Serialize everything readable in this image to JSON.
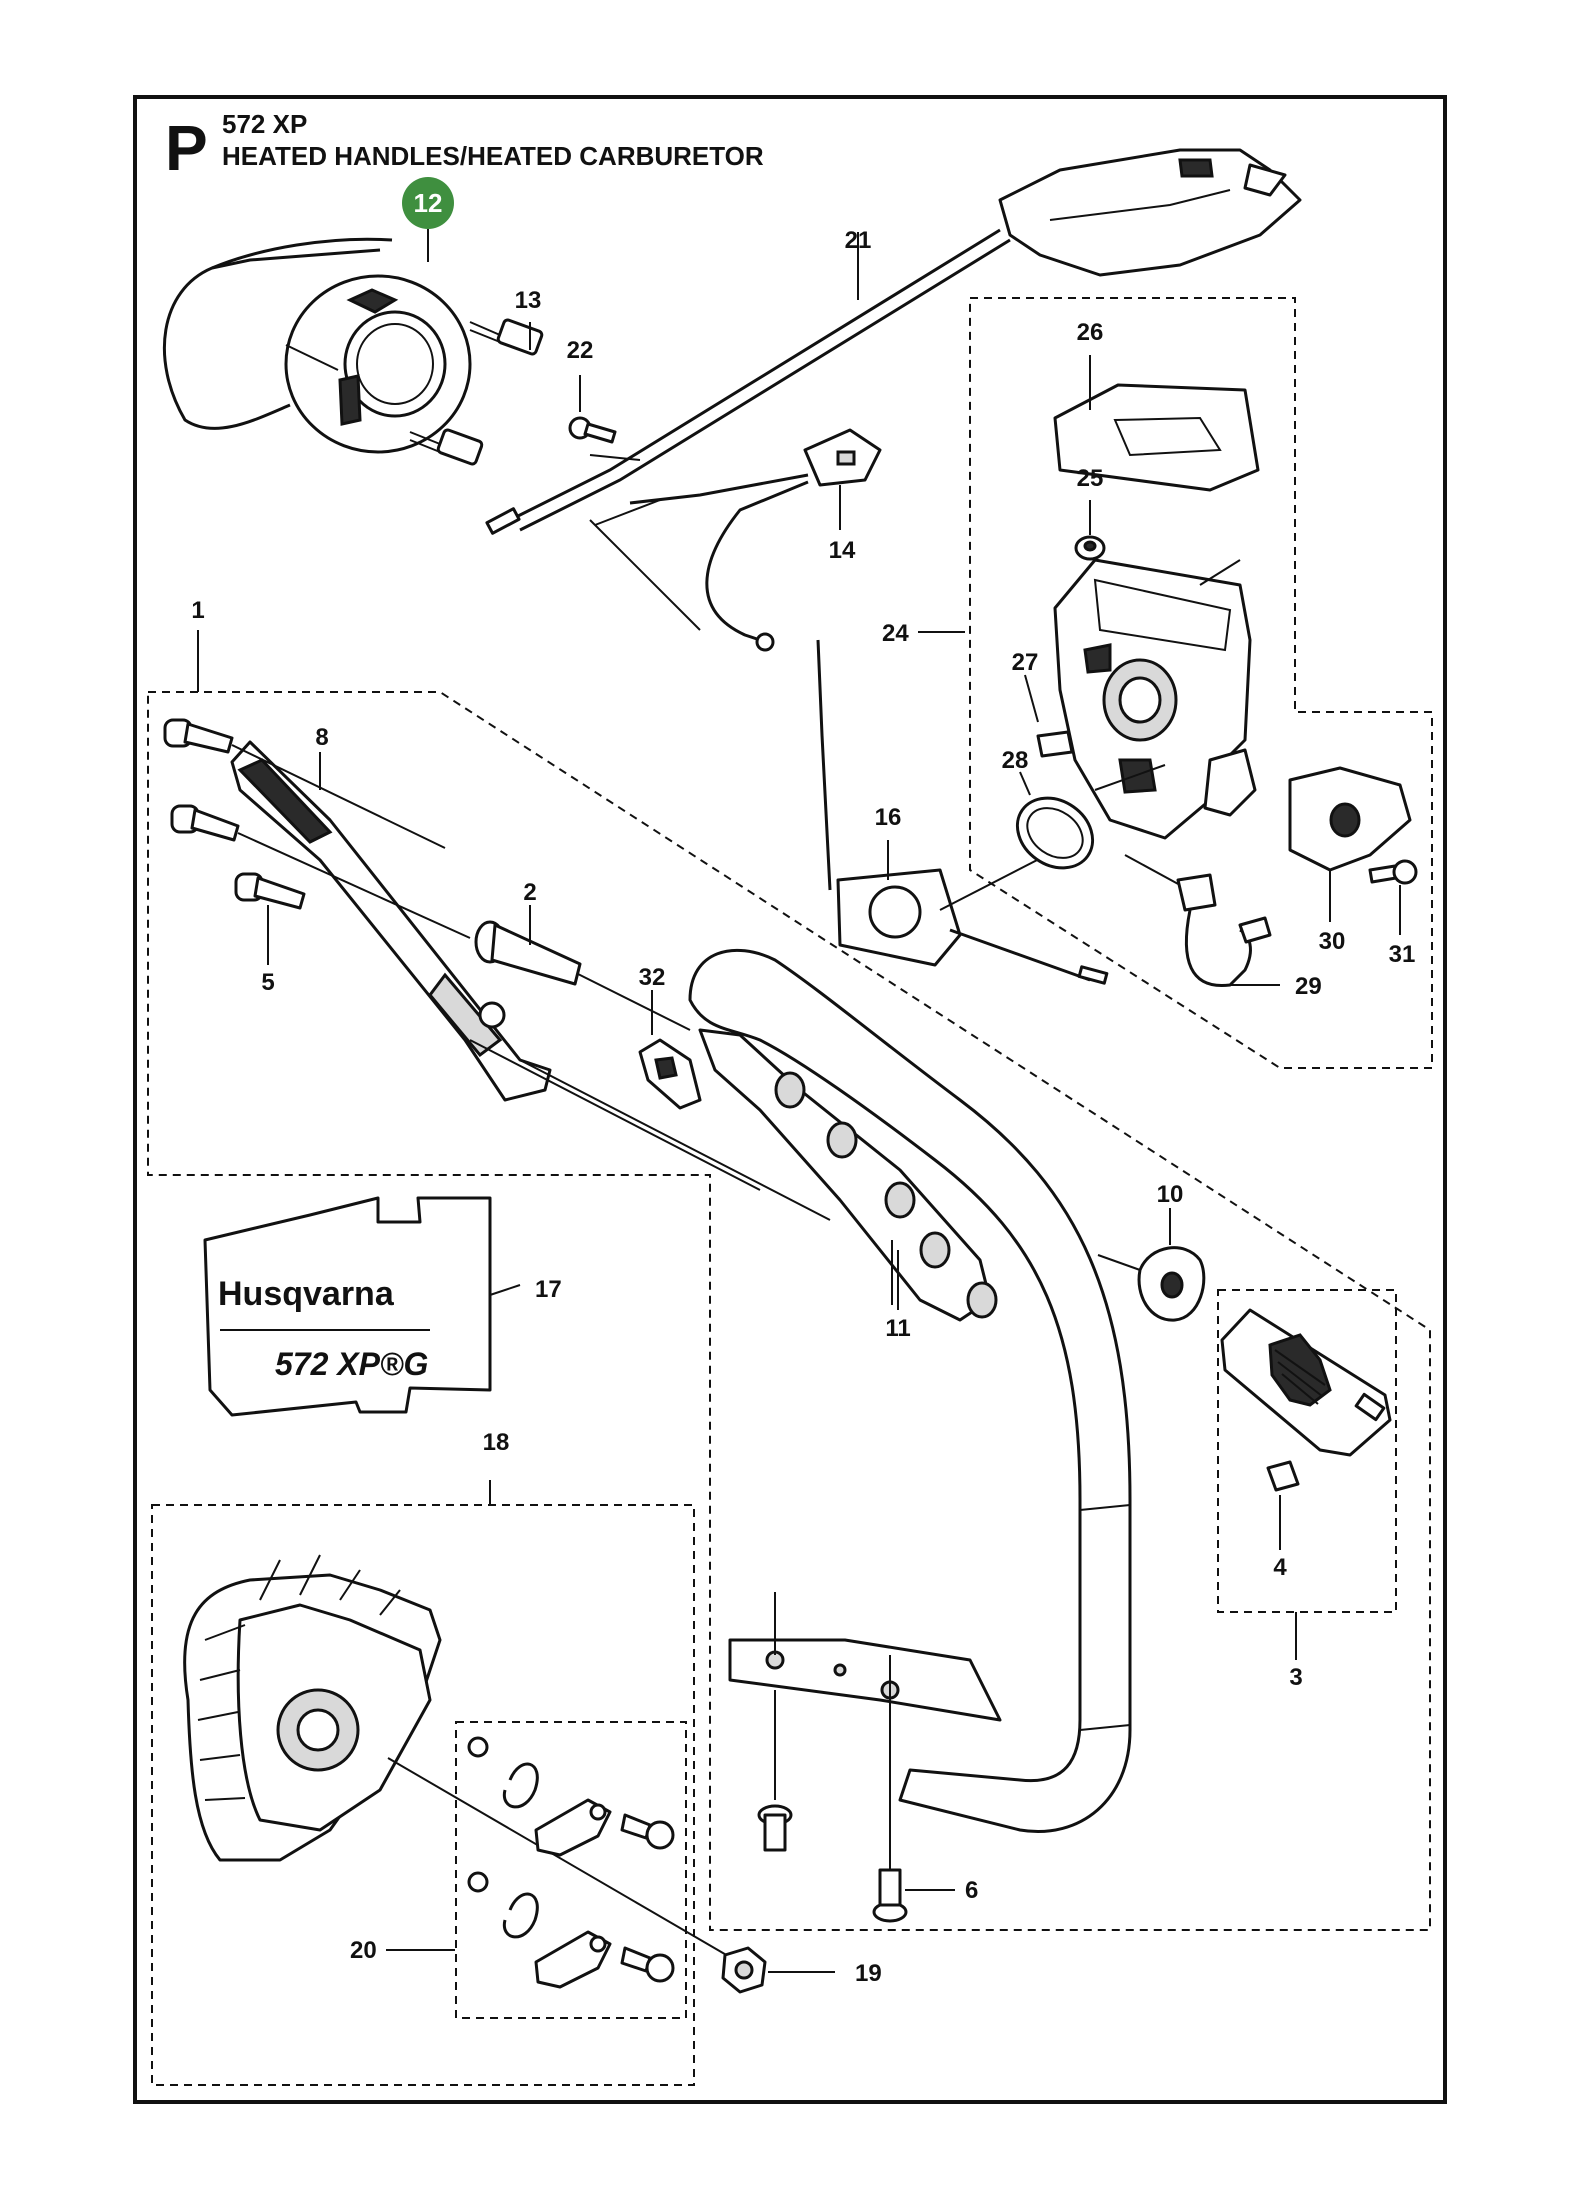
{
  "header": {
    "section_letter": "P",
    "model": "572 XP",
    "title": "HEATED HANDLES/HEATED CARBURETOR"
  },
  "highlight": {
    "label": "12",
    "color": "#3f8f3f"
  },
  "callouts": {
    "c1": "1",
    "c2": "2",
    "c3": "3",
    "c4": "4",
    "c5": "5",
    "c6": "6",
    "c8": "8",
    "c10": "10",
    "c11": "11",
    "c13": "13",
    "c14": "14",
    "c16": "16",
    "c17": "17",
    "c18": "18",
    "c19": "19",
    "c20": "20",
    "c21": "21",
    "c22": "22",
    "c24": "24",
    "c25": "25",
    "c26": "26",
    "c27": "27",
    "c28": "28",
    "c29": "29",
    "c30": "30",
    "c31": "31",
    "c32": "32"
  },
  "decal": {
    "brand": "Husqvarna",
    "model": "572 XP®G"
  }
}
